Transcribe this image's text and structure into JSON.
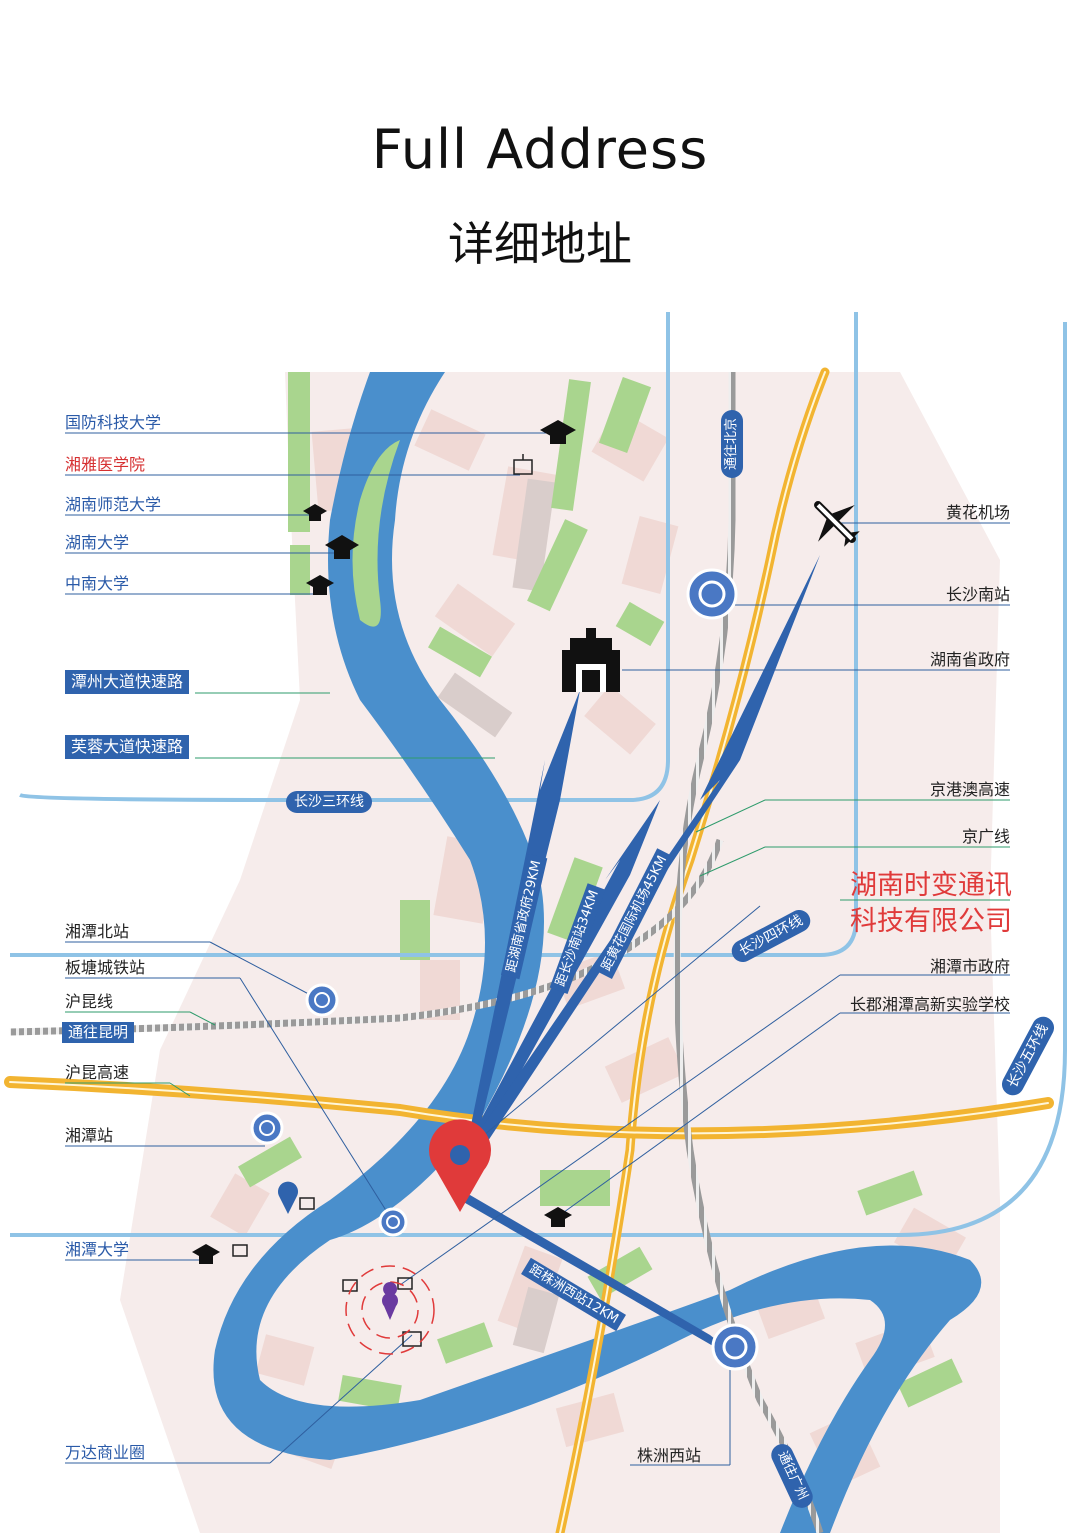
{
  "header": {
    "title_en": "Full Address",
    "title_cn": "详细地址"
  },
  "left_labels": {
    "nudt": "国防科技大学",
    "xiangya": "湘雅医学院",
    "hunan_normal": "湖南师范大学",
    "hunan_univ": "湖南大学",
    "central_south": "中南大学",
    "xiangtan_north": "湘潭北站",
    "bantang": "板塘城铁站",
    "hukun_line": "沪昆线",
    "hukun_hw": "沪昆高速",
    "xiangtan_station": "湘潭站",
    "xiangtan_univ": "湘潭大学",
    "wanda": "万达商业圈"
  },
  "right_labels": {
    "huanghua": "黄花机场",
    "changsha_south": "长沙南站",
    "hunan_gov": "湖南省政府",
    "jinggangao": "京港澳高速",
    "jingguang": "京广线",
    "xiangtan_gov": "湘潭市政府",
    "changjun_school": "长郡湘潭高新实验学校",
    "zhuzhou_west": "株洲西站"
  },
  "roads": {
    "tanzhou": "潭州大道快速路",
    "furong": "芙蓉大道快速路",
    "to_kunming": "通往昆明"
  },
  "pills": {
    "ring3": "长沙三环线",
    "ring4": "长沙四环线",
    "ring5": "长沙五环线",
    "to_beijing": "通往北京",
    "to_guangzhou": "通往广州"
  },
  "distances": {
    "gov": "距湖南省政府29KM",
    "south_station": "距长沙南站34KM",
    "airport": "距黄花国际机场45KM",
    "zhuzhou": "距株洲西站12KM"
  },
  "company": {
    "line1": "湖南时变通讯",
    "line2": "科技有限公司"
  },
  "colors": {
    "river": "#4a8fcc",
    "river_light": "#5ea2d9",
    "highway": "#f2b431",
    "ring": "#8fc3e6",
    "label_blue": "#2a5aa8",
    "accent_red": "#e03a3a",
    "park": "#a9d58e",
    "block": "#f1dedb"
  },
  "icons": [
    "graduation-cap-icon",
    "hospital-icon",
    "airplane-icon",
    "train-station-icon",
    "government-building-icon",
    "location-pin-icon"
  ]
}
